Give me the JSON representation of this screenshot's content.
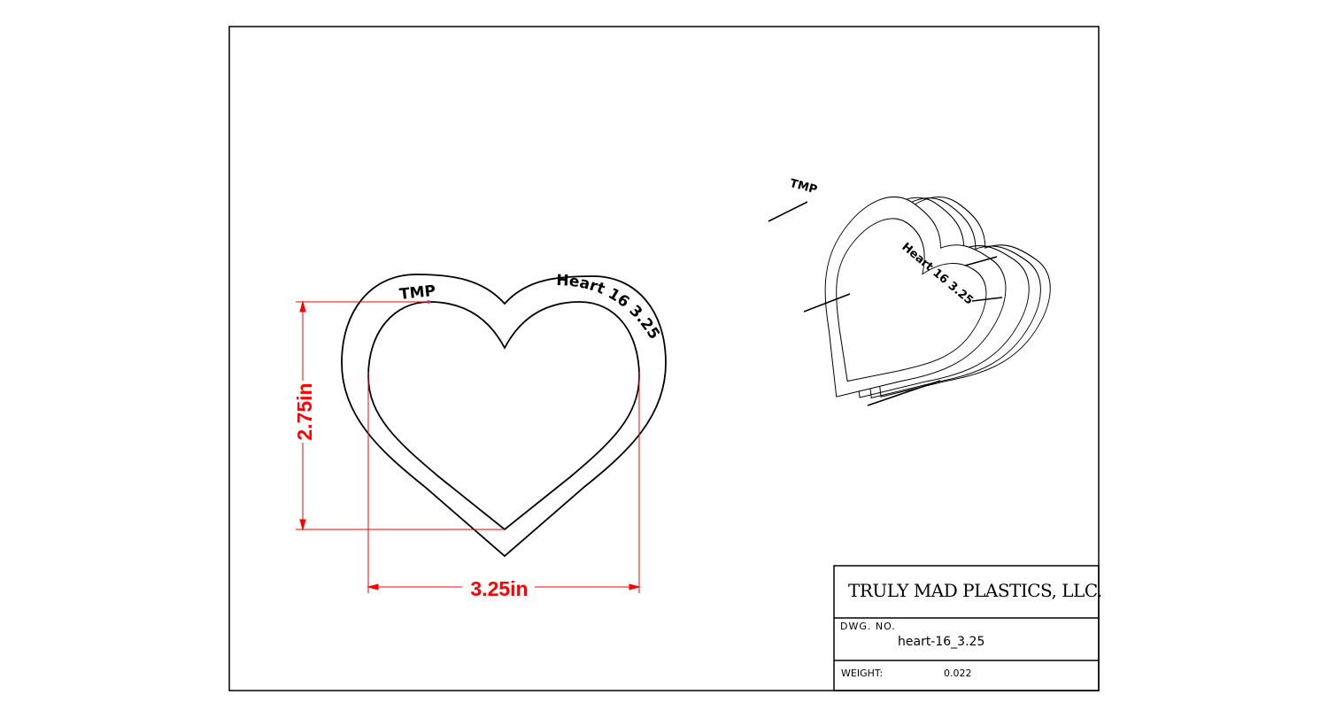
{
  "drawing": {
    "emboss_left": "TMP",
    "emboss_right": "Heart 16 3.25",
    "dim_height": "2.75in",
    "dim_width": "3.25in",
    "dim_color": "#ff0000"
  },
  "title_block": {
    "company": "TRULY MAD PLASTICS, LLC.",
    "dwg_no_label": "DWG. NO.",
    "dwg_no_value": "heart-16_3.25",
    "weight_label": "WEIGHT:",
    "weight_value": "0.022"
  }
}
